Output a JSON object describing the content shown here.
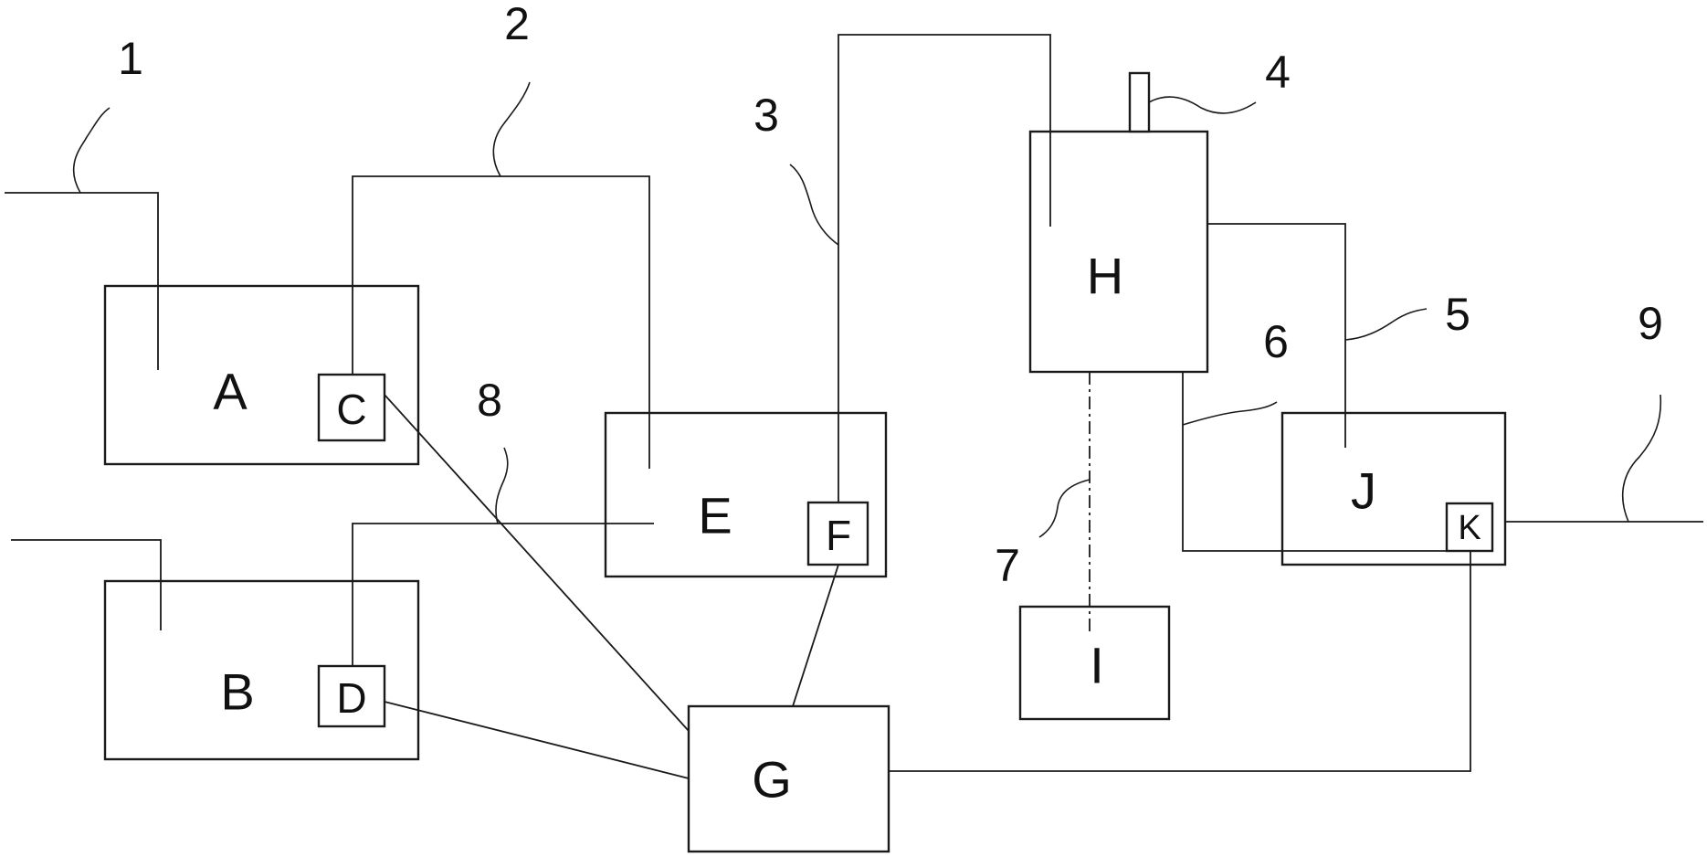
{
  "blocks": {
    "A": "A",
    "B": "B",
    "C": "C",
    "D": "D",
    "E": "E",
    "F": "F",
    "G": "G",
    "H": "H",
    "I": "I",
    "J": "J",
    "K": "K"
  },
  "callouts": {
    "n1": "1",
    "n2": "2",
    "n3": "3",
    "n4": "4",
    "n5": "5",
    "n6": "6",
    "n7": "7",
    "n8": "8",
    "n9": "9"
  }
}
